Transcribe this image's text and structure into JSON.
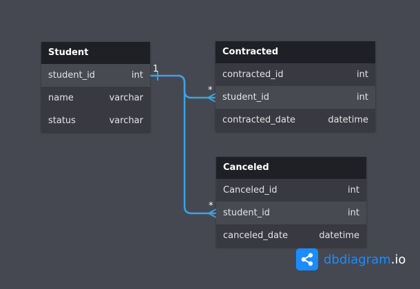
{
  "colors": {
    "canvas_background": "#464851",
    "table_header": "#1f2026",
    "table_body": "#393a41",
    "row_highlight": "#484a52",
    "relation_line": "#3fa3e0",
    "brand": "#1a8cff"
  },
  "tables": {
    "student": {
      "name": "Student",
      "columns": [
        {
          "name": "student_id",
          "type": "int"
        },
        {
          "name": "name",
          "type": "varchar"
        },
        {
          "name": "status",
          "type": "varchar"
        }
      ]
    },
    "contracted": {
      "name": "Contracted",
      "columns": [
        {
          "name": "contracted_id",
          "type": "int"
        },
        {
          "name": "student_id",
          "type": "int"
        },
        {
          "name": "contracted_date",
          "type": "datetime"
        }
      ]
    },
    "canceled": {
      "name": "Canceled",
      "columns": [
        {
          "name": "Canceled_id",
          "type": "int"
        },
        {
          "name": "student_id",
          "type": "int"
        },
        {
          "name": "canceled_date",
          "type": "datetime"
        }
      ]
    }
  },
  "relationships": {
    "source_cardinality": "1",
    "contracted_cardinality": "*",
    "canceled_cardinality": "*"
  },
  "brand": {
    "name": "dbdiagram",
    "tld": ".io",
    "icon": "share-icon"
  }
}
